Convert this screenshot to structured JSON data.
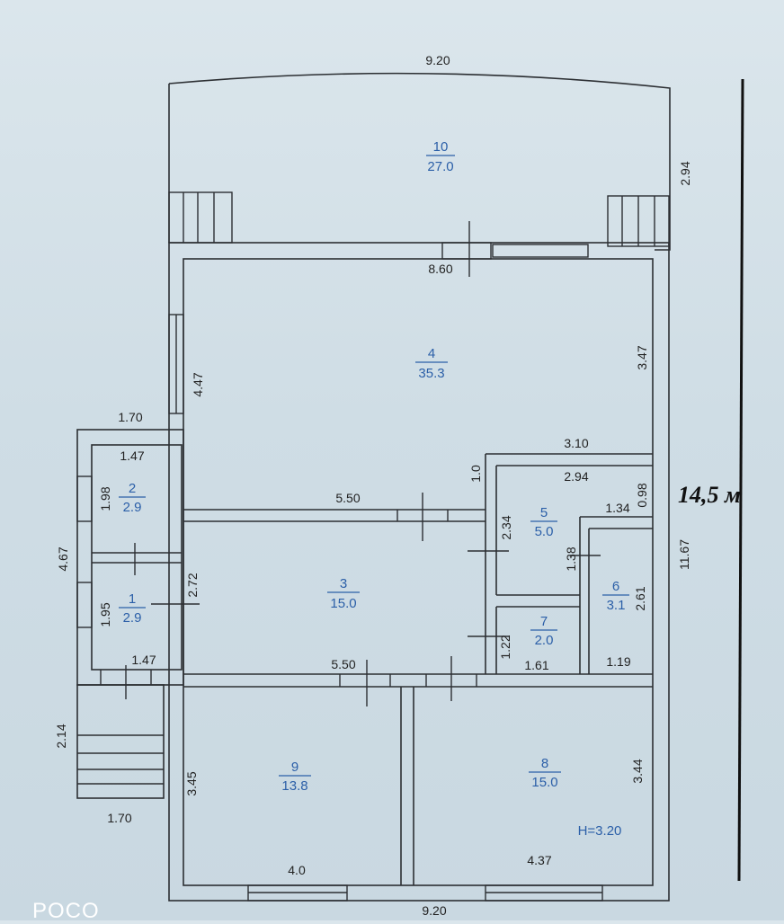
{
  "rooms": [
    {
      "id": "1",
      "number": "1",
      "area": "2.9"
    },
    {
      "id": "2",
      "number": "2",
      "area": "2.9"
    },
    {
      "id": "3",
      "number": "3",
      "area": "15.0"
    },
    {
      "id": "4",
      "number": "4",
      "area": "35.3"
    },
    {
      "id": "5",
      "number": "5",
      "area": "5.0"
    },
    {
      "id": "6",
      "number": "6",
      "area": "3.1"
    },
    {
      "id": "7",
      "number": "7",
      "area": "2.0"
    },
    {
      "id": "8",
      "number": "8",
      "area": "15.0"
    },
    {
      "id": "9",
      "number": "9",
      "area": "13.8"
    },
    {
      "id": "10",
      "number": "10",
      "area": "27.0"
    }
  ],
  "dimensions": [
    {
      "id": "top",
      "text": "9.20"
    },
    {
      "id": "r10_right",
      "text": "2.94"
    },
    {
      "id": "r4_top",
      "text": "8.60"
    },
    {
      "id": "r4_left",
      "text": "4.47"
    },
    {
      "id": "r4_right",
      "text": "3.47"
    },
    {
      "id": "ext_left_top",
      "text": "1.70"
    },
    {
      "id": "r2_top",
      "text": "1.47"
    },
    {
      "id": "r2_left",
      "text": "1.98"
    },
    {
      "id": "left_total",
      "text": "4.67"
    },
    {
      "id": "r1_left",
      "text": "1.95"
    },
    {
      "id": "r1_right",
      "text": "2.72"
    },
    {
      "id": "r1_bottom",
      "text": "1.47"
    },
    {
      "id": "r3_top",
      "text": "5.50"
    },
    {
      "id": "r3_bottom",
      "text": "5.50"
    },
    {
      "id": "r5_offset",
      "text": "1.0"
    },
    {
      "id": "r5_outer",
      "text": "3.10"
    },
    {
      "id": "r5_top",
      "text": "2.94"
    },
    {
      "id": "r5_right",
      "text": "0.98"
    },
    {
      "id": "r5_left",
      "text": "2.34"
    },
    {
      "id": "r6_top",
      "text": "1.34"
    },
    {
      "id": "r6_left",
      "text": "1.38"
    },
    {
      "id": "r6_right",
      "text": "2.61"
    },
    {
      "id": "r6_bottom",
      "text": "1.19"
    },
    {
      "id": "r7_left",
      "text": "1.22"
    },
    {
      "id": "r7_bottom",
      "text": "1.61"
    },
    {
      "id": "right_total",
      "text": "11.67"
    },
    {
      "id": "porch_left",
      "text": "2.14"
    },
    {
      "id": "porch_bottom",
      "text": "1.70"
    },
    {
      "id": "r9_left",
      "text": "3.45"
    },
    {
      "id": "r9_bottom",
      "text": "4.0"
    },
    {
      "id": "r8_right",
      "text": "3.44"
    },
    {
      "id": "r8_bottom",
      "text": "4.37"
    },
    {
      "id": "height",
      "text": "H=3.20"
    },
    {
      "id": "bottom",
      "text": "9.20"
    }
  ],
  "annotation": {
    "length": "14,5 м"
  },
  "watermark": "POCO",
  "colors": {
    "wall": "#2c2f33",
    "room_label": "#2b5fa8",
    "paper": "#d6e2e9"
  }
}
